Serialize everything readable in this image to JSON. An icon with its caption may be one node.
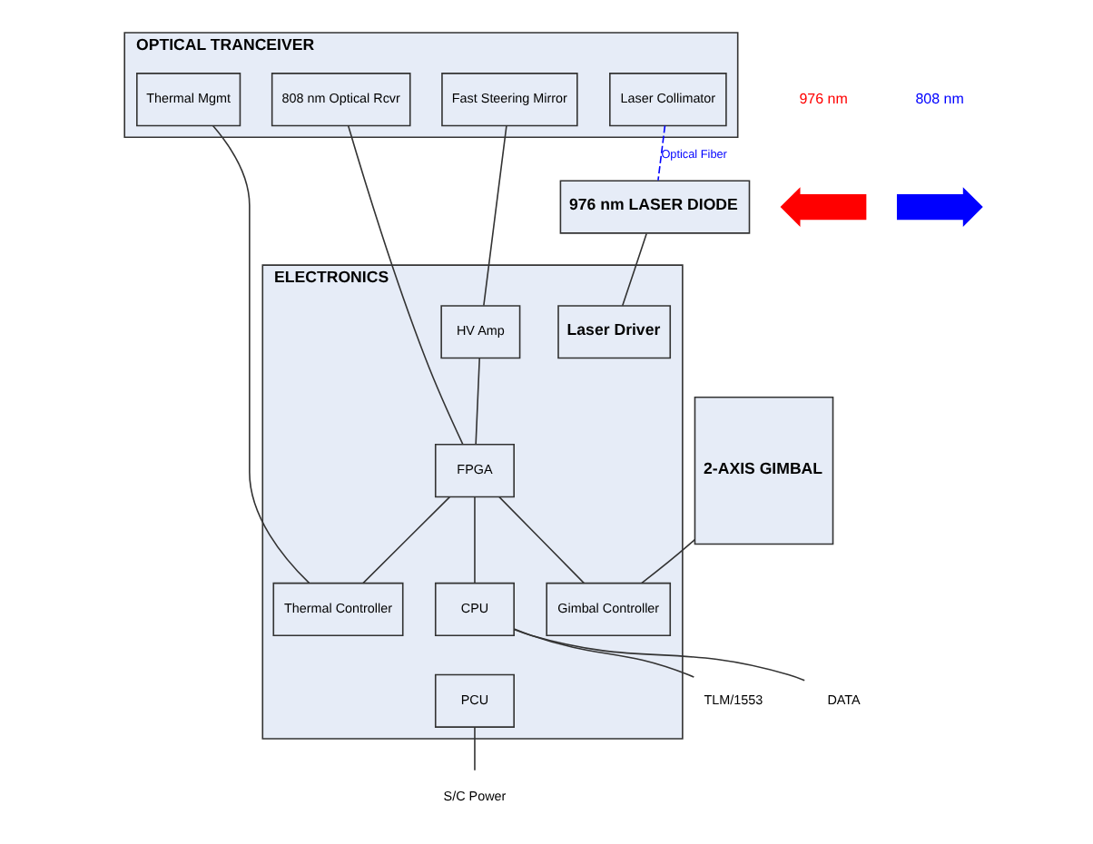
{
  "diagram": {
    "nodes": [
      {
        "text": [
          "OPTICAL TRANCEIVER"
        ]
      },
      {
        "text": [
          "Thermal Mgmt"
        ],
        "in": 0
      },
      {
        "text": [
          "808 nm Optical Rcvr"
        ],
        "in": 0
      },
      {
        "text": [
          "Fast Steering Mirror"
        ],
        "in": 0
      },
      {
        "text": [
          "Laser Collimator"
        ],
        "in": 0
      },
      {
        "text": [
          "2-AXIS GIMBAL"
        ]
      },
      {
        "text": [
          "976 nm LASER DIODE"
        ]
      },
      {
        "text": [
          "ELECTRONICS"
        ]
      },
      {
        "text": [
          "Laser Driver"
        ],
        "in": 7
      },
      {
        "text": [
          "HV Amp"
        ],
        "in": 7
      },
      {
        "text": [
          "FPGA"
        ],
        "in": 7
      },
      {
        "text": [
          "Thermal Controller"
        ],
        "in": 7
      },
      {
        "text": [
          "CPU"
        ],
        "in": 7
      },
      {
        "text": [
          "Gimbal Controller"
        ],
        "in": 7
      },
      {
        "text": [
          "PCU"
        ],
        "in": 7
      },
      {
        "text": [
          "TLM/1553"
        ]
      },
      {
        "text": [
          "DATA"
        ]
      },
      {
        "text": [
          "S/C Power"
        ]
      },
      {
        "text": [],
        "shape": "arrow"
      },
      {
        "text": [],
        "shape": "arrow"
      }
    ],
    "edges": [
      {
        "from": 5,
        "to": 13,
        "arrow": "none"
      },
      {
        "from": 1,
        "to": 11,
        "arrow": "none"
      },
      {
        "from": 2,
        "to": 10,
        "arrow": "none"
      },
      {
        "from": 3,
        "to": 9,
        "arrow": "none"
      },
      {
        "from": 4,
        "to": 6,
        "arrow": "none",
        "label": "Optical Fiber",
        "style": "dashed",
        "color": "#0000ff"
      },
      {
        "from": 6,
        "to": 8,
        "arrow": "none"
      },
      {
        "from": 9,
        "to": 10,
        "arrow": "none"
      },
      {
        "from": 10,
        "to": 12,
        "arrow": "none"
      },
      {
        "from": 10,
        "to": 11,
        "arrow": "none"
      },
      {
        "from": 10,
        "to": 13,
        "arrow": "none"
      },
      {
        "from": 12,
        "to": 15,
        "arrow": "none"
      },
      {
        "from": 12,
        "to": 16,
        "arrow": "none"
      },
      {
        "from": 14,
        "to": 17,
        "arrow": "none"
      }
    ],
    "labels": [
      "976 nm",
      "808 nm"
    ]
  }
}
